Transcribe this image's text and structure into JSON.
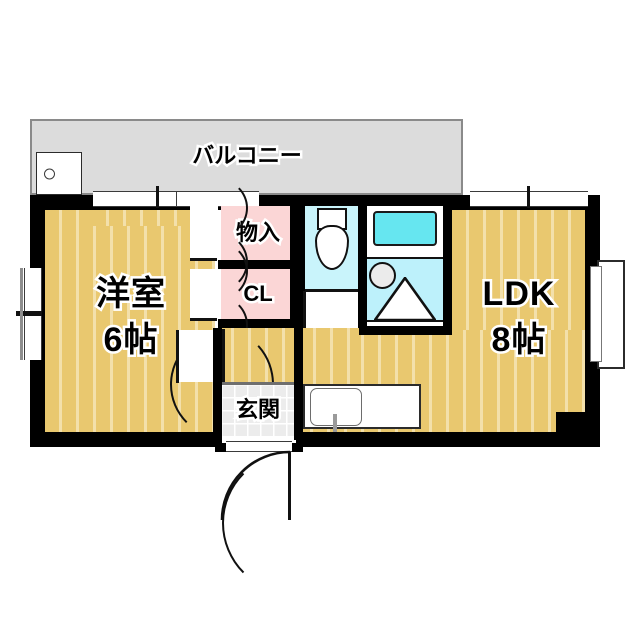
{
  "plan": {
    "title": "apartment-floor-plan",
    "rooms": [
      {
        "id": "balcony",
        "label": "バルコニー",
        "sublabel": "",
        "floor": "concrete"
      },
      {
        "id": "washitsu",
        "label": "洋室",
        "sublabel": "6帖",
        "floor": "wood"
      },
      {
        "id": "ldk",
        "label": "LDK",
        "sublabel": "8帖",
        "floor": "wood"
      },
      {
        "id": "storage",
        "label": "物入",
        "sublabel": "",
        "floor": "closet"
      },
      {
        "id": "closet",
        "label": "CL",
        "sublabel": "",
        "floor": "closet"
      },
      {
        "id": "genkan",
        "label": "玄関",
        "sublabel": "",
        "floor": "tile"
      }
    ],
    "fixtures": [
      {
        "name": "bathtub",
        "room": "bath"
      },
      {
        "name": "wash-basin",
        "room": "bath"
      },
      {
        "name": "toilet",
        "room": "toilet"
      },
      {
        "name": "kitchen-counter",
        "room": "ldk"
      },
      {
        "name": "balcony-unit",
        "room": "balcony"
      }
    ],
    "colors": {
      "wall": "#000000",
      "wood_floor": "#e9c86f",
      "wood_stripe": "#f3e0ab",
      "closet_pink": "#fbd6d6",
      "water_cyan": "#bdf1fb",
      "tub_cyan": "#66e6f0",
      "balcony_gray": "#dcdcdc",
      "tile_gray": "#ececec",
      "text": "#000000",
      "text_outline": "#ffffff"
    }
  }
}
